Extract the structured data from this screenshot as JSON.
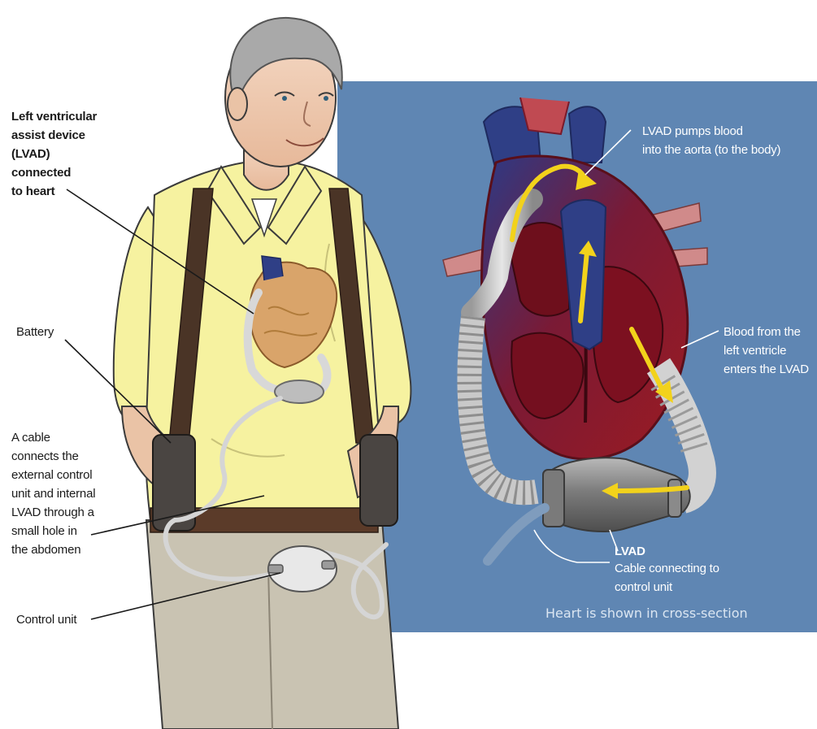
{
  "labels": {
    "lvad_device": "Left ventricular\nassist device\n(LVAD)\nconnected\nto heart",
    "battery": "Battery",
    "cable_connects": "A cable\nconnects the\nexternal control\nunit and internal\nLVAD through a\nsmall hole in\nthe abdomen",
    "control_unit": "Control unit",
    "pumps_blood": "LVAD pumps blood\ninto the aorta (to the body)",
    "blood_from_ventricle": "Blood from the\nleft ventricle\nenters the LVAD",
    "lvad_title": "LVAD",
    "cable_to_control": "Cable connecting to\ncontrol unit",
    "cross_section_note": "Heart is shown in cross-section"
  },
  "colors": {
    "panel_blue": "#5f86b3",
    "shirt_yellow": "#f6f2a0",
    "heart_red": "#8c1421",
    "vessel_blue": "#2f3f86",
    "arrow_yellow": "#f2d21b",
    "device_gray": "#8d8d8d",
    "pants_khaki": "#c9c3b2",
    "suspender_brown": "#4a3426"
  }
}
